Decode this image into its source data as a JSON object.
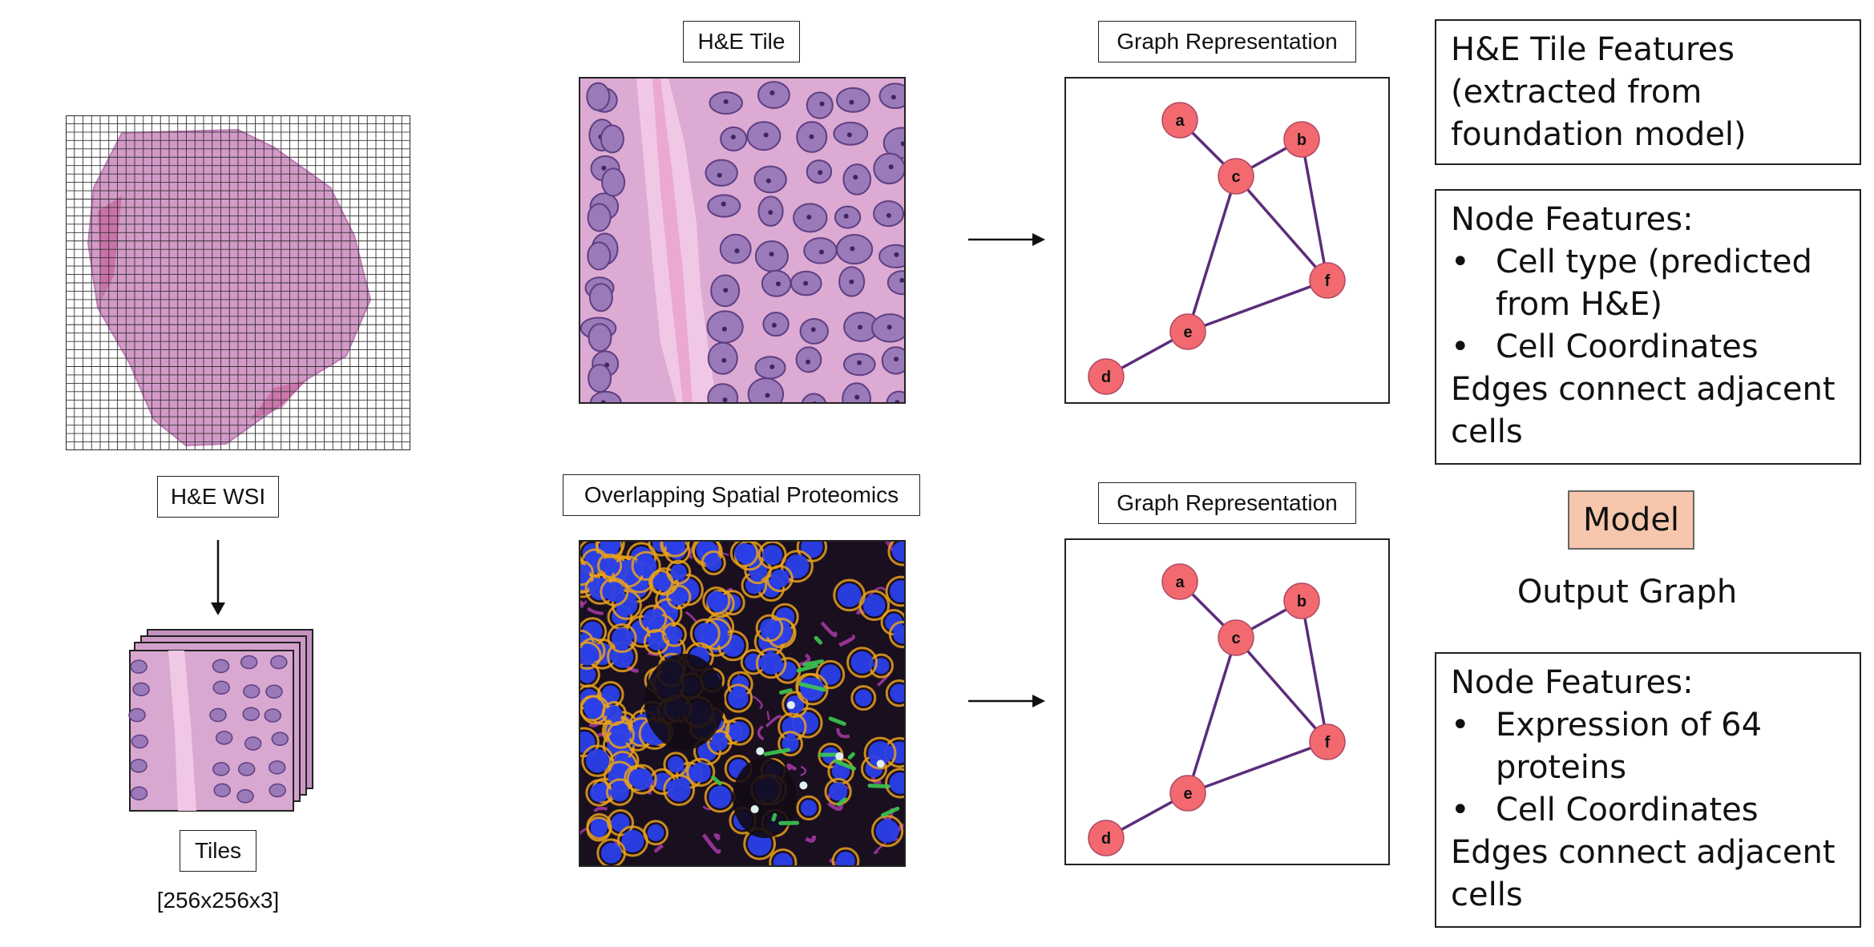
{
  "labels": {
    "he_wsi": "H&E WSI",
    "tiles": "Tiles",
    "tiles_dims": "[256x256x3]",
    "he_tile": "H&E Tile",
    "spatial_proteomics": "Overlapping Spatial Proteomics",
    "graph_top": "Graph Representation",
    "graph_bottom": "Graph Representation"
  },
  "graph": {
    "nodes": [
      "a",
      "b",
      "c",
      "d",
      "e",
      "f"
    ],
    "edges": [
      [
        "a",
        "c"
      ],
      [
        "c",
        "b"
      ],
      [
        "b",
        "f"
      ],
      [
        "c",
        "f"
      ],
      [
        "c",
        "e"
      ],
      [
        "e",
        "f"
      ],
      [
        "e",
        "d"
      ]
    ],
    "node_color": "#f26a6f",
    "edge_color": "#5b2d7a"
  },
  "right_panel": {
    "he_features": {
      "lines": [
        "H&E Tile Features",
        "(extracted from",
        "foundation model)"
      ]
    },
    "node_features_he": {
      "title": "Node Features:",
      "bullets": [
        [
          "Cell type (predicted",
          "from H&E)"
        ],
        [
          "Cell Coordinates"
        ]
      ],
      "footer": [
        "Edges connect adjacent",
        "cells"
      ]
    },
    "model": "Model",
    "output_graph": "Output Graph",
    "node_features_proteomics": {
      "title": "Node Features:",
      "bullets": [
        [
          "Expression of 64",
          "proteins"
        ],
        [
          "Cell Coordinates"
        ]
      ],
      "footer": [
        "Edges connect adjacent",
        "cells"
      ]
    }
  },
  "bullet_char": "•",
  "colors": {
    "he_pink": "#d9a3cf",
    "nucleus": "#7a5a9a",
    "proteomics_bg": "#1a0f1f",
    "proteomics_blue": "#2a3fe8",
    "proteomics_orange": "#e8a020",
    "proteomics_magenta": "#b03cb0",
    "proteomics_green": "#3cc850",
    "model_fill": "#f6c6ad"
  }
}
